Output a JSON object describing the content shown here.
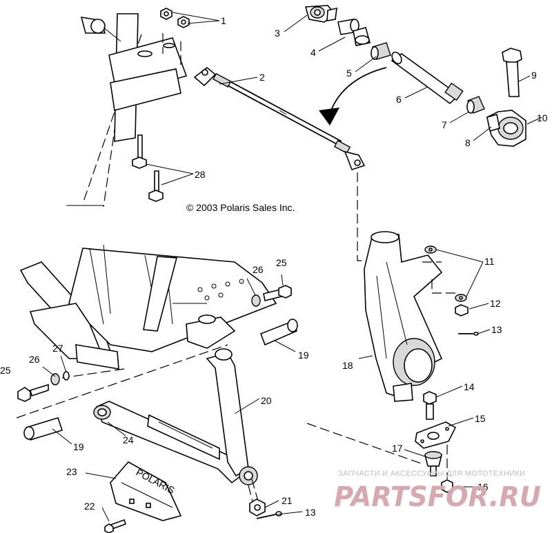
{
  "copyright": "© 2003 Polaris Sales Inc.",
  "watermark": {
    "caption": "ЗАПЧАСТИ И АКСЕССУАРЫ ДЛЯ МОТОТЕХНИКИ",
    "brand": "PARTSFOR.RU"
  },
  "skid_plate_logo": "POLARIS",
  "callouts": {
    "n1": "1",
    "n2": "2",
    "n3": "3",
    "n4": "4",
    "n5": "5",
    "n6": "6",
    "n7": "7",
    "n8": "8",
    "n9": "9",
    "n10": "10",
    "n11": "11",
    "n12": "12",
    "n13a": "13",
    "n13b": "13",
    "n14": "14",
    "n15": "15",
    "n16": "16",
    "n17": "17",
    "n18": "18",
    "n19a": "19",
    "n19b": "19",
    "n20": "20",
    "n21": "21",
    "n22": "22",
    "n23": "23",
    "n24": "24",
    "n25a": "25",
    "n25b": "25",
    "n26a": "26",
    "n26b": "26",
    "n27": "27",
    "n28": "28"
  }
}
